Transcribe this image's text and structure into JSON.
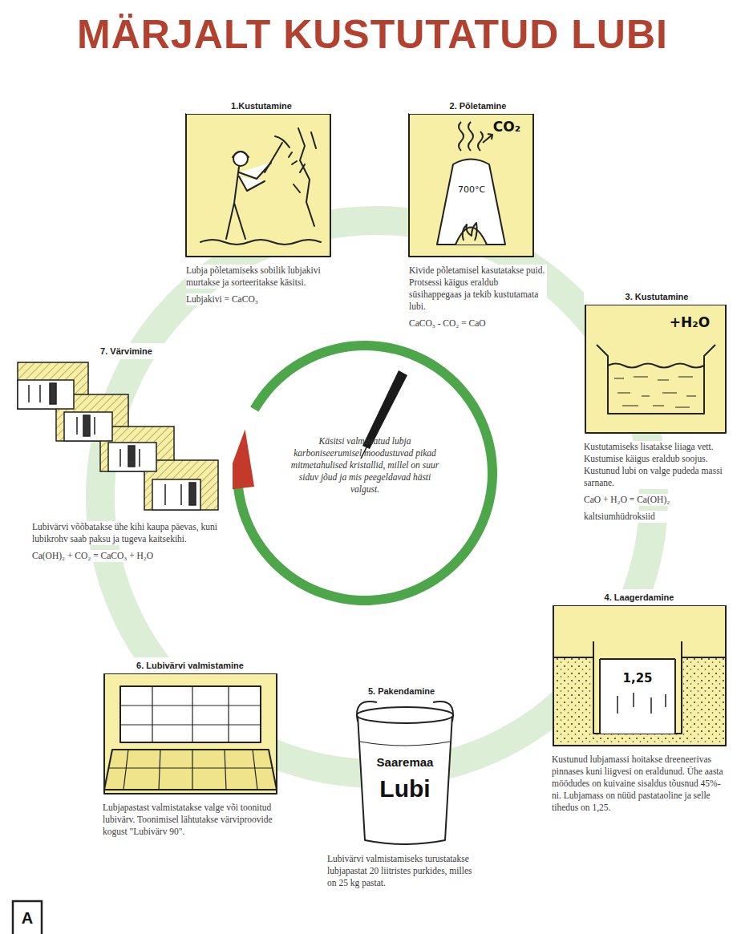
{
  "diagram": {
    "title": "MÄRJALT KUSTUTATUD LUBI",
    "nodes": [
      {
        "text": [
          "1.Kustutamine",
          "Lubja põletamiseks sobilik lubjakivi murtakse ja sorteeritakse käsitsi.",
          "Lubjakivi = CaCO₃"
        ]
      },
      {
        "text": [
          "2. Põletamine",
          "Kivide põletamisel kasutatakse puid. Protsessi käigus eraldub süsihappegaas ja tekib kustutamata lubi.",
          "CaCO₃ - CO₂ = CaO"
        ]
      },
      {
        "text": [
          "3. Kustutamine",
          "Kustutamiseks lisatakse liiaga vett. Kustumise käigus eraldub soojus. Kustunud lubi on valge pudeda massi sarnane.",
          "CaO + H₂O = Ca(OH)₂",
          "kaltsiumhüdroksiid"
        ]
      },
      {
        "text": [
          "4. Laagerdamine",
          "Kustunud lubjamassi hoitakse dreeneerivas pinnases kuni liigvesi on eraldunud. Ühe aasta möödudes on kuivaine sisaldus tõusnud 45%-ni. Lubjamass on nüüd pastataoline ja selle tihedus on 1,25."
        ]
      },
      {
        "text": [
          "5. Pakendamine",
          "Lubivärvi valmistamiseks turustatakse lubjapastat 20 liitristes purkides, milles on 25 kg pastat."
        ]
      },
      {
        "text": [
          "6. Lubivärvi valmistamine",
          "Lubjapastast valmistatakse valge või toonitud lubivärv. Toonimisel lähtutakse värviproovide kogust \"Lubivärv 90\"."
        ]
      },
      {
        "text": [
          "7. Värvimine",
          "Lubivärvi võõbatakse ühe kihi kaupa päevas, kuni lubikrohv saab paksu ja tugeva kaitsekihi.",
          "Ca(OH)₂ + CO₂ = CaCO₃ + H₂O"
        ]
      },
      {
        "text": [
          "Käsitsi valmistatud lubja karboniseerumisel moodustuvad pikad mitmetahulised kristallid, millel on suur siduv jõud ja mis peegeldavad hästi valgust."
        ]
      }
    ],
    "labels": [
      "CO₂",
      "700°C",
      "+H₂O",
      "1,25",
      "Saaremaa",
      "Lubi",
      "A"
    ]
  }
}
